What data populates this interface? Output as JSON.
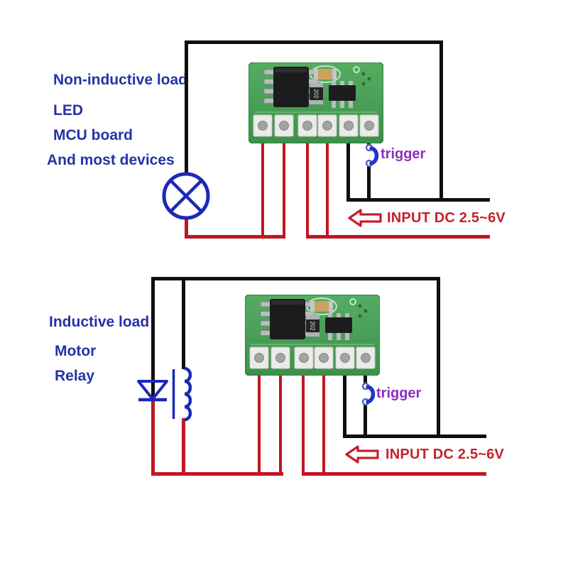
{
  "top_diagram": {
    "labels": [
      "Non-inductive load",
      "LED",
      "MCU board",
      "And most devices"
    ],
    "trigger_label": "trigger",
    "input_label": "INPUT DC 2.5~6V"
  },
  "bottom_diagram": {
    "labels": [
      "Inductive load",
      "Motor",
      "Relay"
    ],
    "trigger_label": "trigger",
    "input_label": "INPUT DC 2.5~6V"
  },
  "module": {
    "resistor_marking": "202"
  },
  "icons": {
    "lamp": "lamp-circle-x",
    "diode": "diode-pointing-down",
    "inductor": "vertical-coil",
    "trigger_switch": "push-button-switch",
    "input_arrow": "left-block-arrow-outline"
  },
  "colors": {
    "wire_black": "#0f0f0f",
    "wire_red": "#c01722",
    "label_blue": "#2433a6",
    "trigger_purple": "#8a2fc0",
    "input_red": "#c5202d",
    "symbol_blue": "#1d28b8",
    "pcb_green": "#46a254"
  }
}
